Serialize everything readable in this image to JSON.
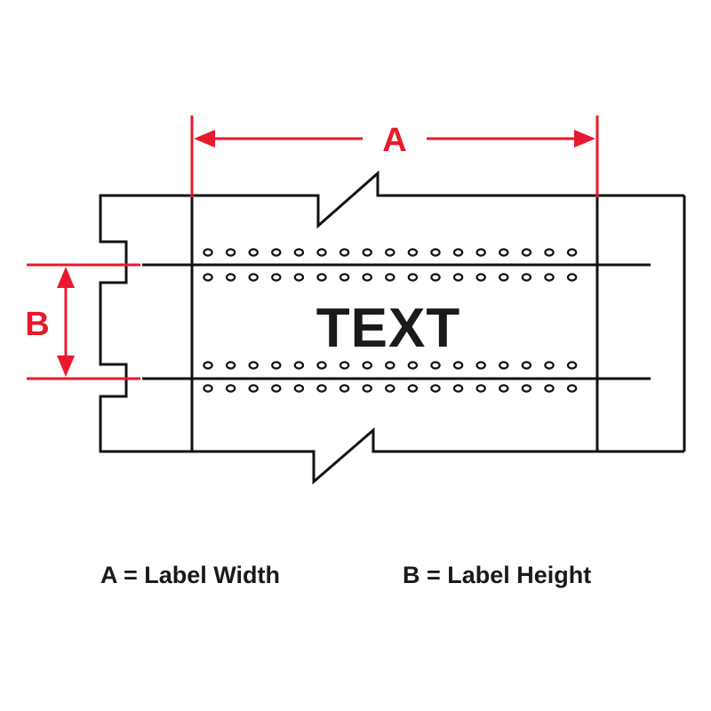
{
  "diagram": {
    "dimension_a_letter": "A",
    "dimension_b_letter": "B",
    "label_sample_text": "TEXT",
    "dimension_color": "#e8192c",
    "line_color": "#111111"
  },
  "legend": {
    "a_text": "A = Label Width",
    "b_text": "B = Label Height"
  }
}
